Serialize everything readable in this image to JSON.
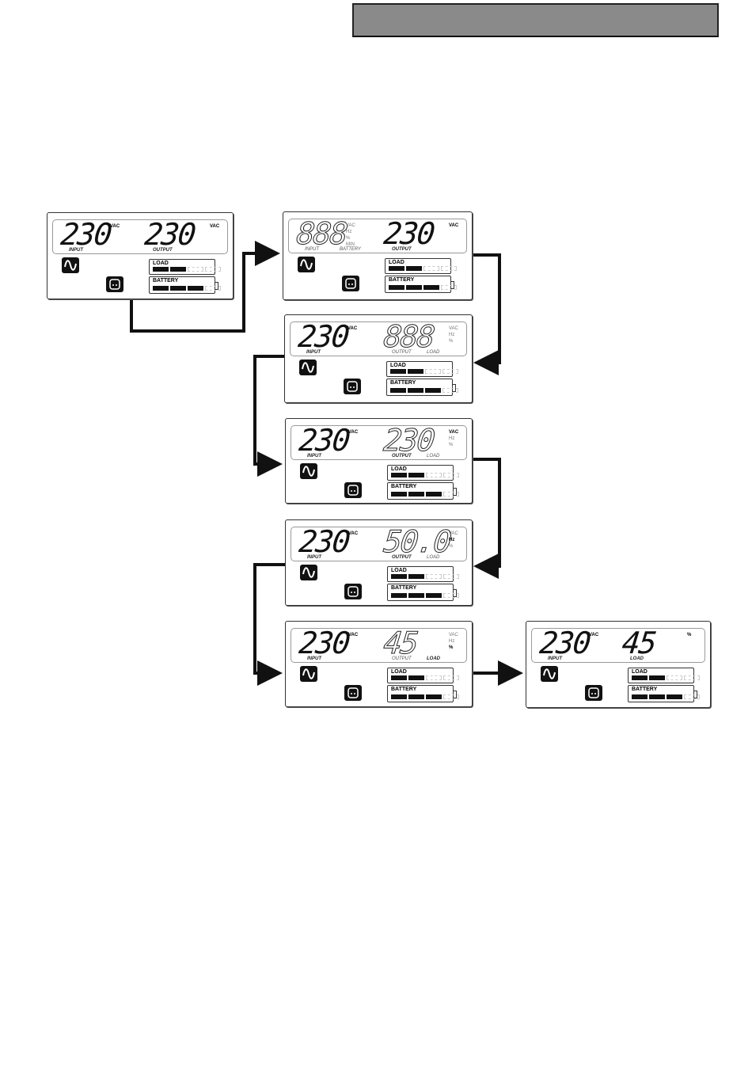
{
  "panels": [
    {
      "left": {
        "value": "230",
        "units": [
          "VAC"
        ],
        "on": [
          "VAC"
        ],
        "labels": [
          "INPUT"
        ],
        "outline": false
      },
      "right": {
        "value": "230",
        "units": [
          "VAC"
        ],
        "on": [
          "VAC"
        ],
        "labels": [
          "OUTPUT"
        ],
        "outline": false
      },
      "load_label": "LOAD",
      "battery_label": "BATTERY",
      "load_level": 2,
      "battery_level": 3
    },
    {
      "left": {
        "value": "888",
        "units": [
          "VAC",
          "Hz",
          "%",
          "MIN"
        ],
        "on": [],
        "labels": [
          "INPUT",
          "BATTERY"
        ],
        "outline": true
      },
      "right": {
        "value": "230",
        "units": [
          "VAC"
        ],
        "on": [
          "VAC"
        ],
        "labels": [
          "OUTPUT"
        ],
        "outline": false
      },
      "load_label": "LOAD",
      "battery_label": "BATTERY",
      "load_level": 2,
      "battery_level": 3
    },
    {
      "left": {
        "value": "230",
        "units": [
          "VAC"
        ],
        "on": [
          "VAC"
        ],
        "labels": [
          "INPUT"
        ],
        "outline": false
      },
      "right": {
        "value": "888",
        "units": [
          "VAC",
          "Hz",
          "%"
        ],
        "on": [],
        "labels": [
          "OUTPUT",
          "LOAD"
        ],
        "outline": true
      },
      "load_label": "LOAD",
      "battery_label": "BATTERY",
      "load_level": 2,
      "battery_level": 3
    },
    {
      "left": {
        "value": "230",
        "units": [
          "VAC"
        ],
        "on": [
          "VAC"
        ],
        "labels": [
          "INPUT"
        ],
        "outline": false
      },
      "right": {
        "value": "230",
        "units": [
          "VAC",
          "Hz",
          "%"
        ],
        "on": [
          "VAC"
        ],
        "labels": [
          "OUTPUT",
          "LOAD"
        ],
        "outline": true
      },
      "load_label": "LOAD",
      "battery_label": "BATTERY",
      "load_level": 2,
      "battery_level": 3
    },
    {
      "left": {
        "value": "230",
        "units": [
          "VAC"
        ],
        "on": [
          "VAC"
        ],
        "labels": [
          "INPUT"
        ],
        "outline": false
      },
      "right": {
        "value": "50.0",
        "units": [
          "VAC",
          "Hz",
          "%"
        ],
        "on": [
          "Hz"
        ],
        "labels": [
          "OUTPUT",
          "LOAD"
        ],
        "outline": true
      },
      "load_label": "LOAD",
      "battery_label": "BATTERY",
      "load_level": 2,
      "battery_level": 3
    },
    {
      "left": {
        "value": "230",
        "units": [
          "VAC"
        ],
        "on": [
          "VAC"
        ],
        "labels": [
          "INPUT"
        ],
        "outline": false
      },
      "right": {
        "value": "45",
        "units": [
          "VAC",
          "Hz",
          "%"
        ],
        "on": [
          "%"
        ],
        "labels": [
          "OUTPUT",
          "LOAD"
        ],
        "outline": true
      },
      "load_label": "LOAD",
      "battery_label": "BATTERY",
      "load_level": 2,
      "battery_level": 3
    },
    {
      "left": {
        "value": "230",
        "units": [
          "VAC"
        ],
        "on": [
          "VAC"
        ],
        "labels": [
          "INPUT"
        ],
        "outline": false
      },
      "right": {
        "value": "45",
        "units": [
          "%"
        ],
        "on": [
          "%"
        ],
        "labels": [
          "LOAD"
        ],
        "outline": false
      },
      "load_label": "LOAD",
      "battery_label": "BATTERY",
      "load_level": 2,
      "battery_level": 3
    }
  ]
}
